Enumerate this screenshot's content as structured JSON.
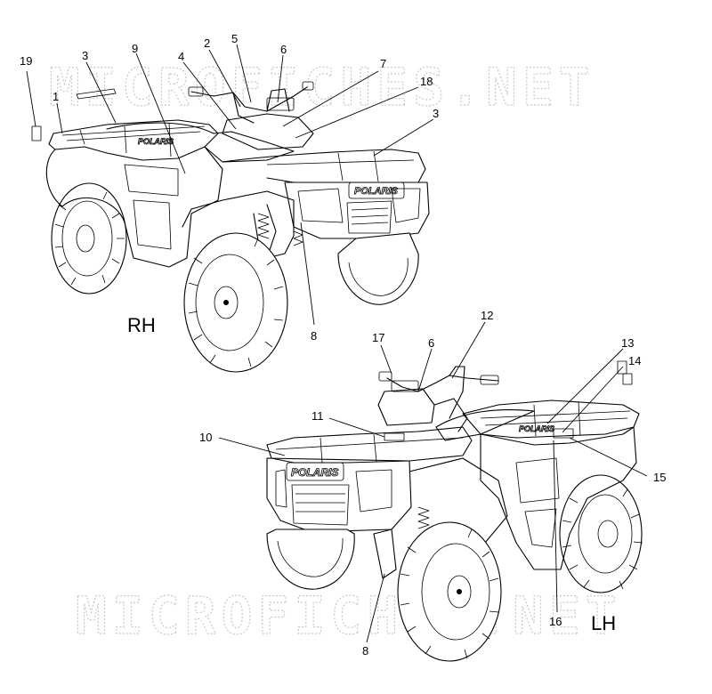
{
  "watermark": "MICROFICHES.NET",
  "views": {
    "rh": {
      "label": "RH",
      "brand": "POLARIS"
    },
    "lh": {
      "label": "LH",
      "brand": "POLARIS"
    }
  },
  "callouts": [
    "19",
    "3",
    "9",
    "4",
    "2",
    "5",
    "6",
    "7",
    "18",
    "1",
    "3",
    "8",
    "17",
    "6",
    "12",
    "13",
    "14",
    "11",
    "10",
    "15",
    "16",
    "8"
  ]
}
